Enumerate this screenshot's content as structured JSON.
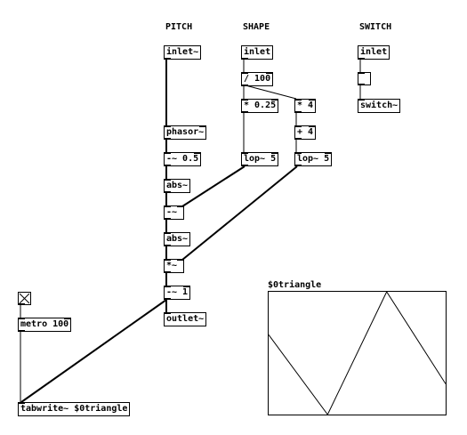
{
  "headers": {
    "pitch": "PITCH",
    "shape": "SHAPE",
    "switch": "SWITCH"
  },
  "objects": {
    "pitch_inlet": "inlet~",
    "phasor": "phasor~",
    "minus_05": "-~ 0.5",
    "abs1": "abs~",
    "minus_sig": "-~",
    "abs2": "abs~",
    "mult_sig": "*~",
    "minus_1": "-~ 1",
    "outlet": "outlet~",
    "shape_inlet": "inlet",
    "div_100": "/ 100",
    "mult_025": "* 0.25",
    "mult_4": "* 4",
    "plus_4": "+ 4",
    "lop_a": "lop~ 5",
    "lop_b": "lop~ 5",
    "switch_inlet": "inlet",
    "switch_obj": "switch~",
    "metro": "metro 100",
    "tabwrite": "tabwrite~ $0triangle"
  },
  "array": {
    "name": "$0triangle",
    "values": [
      0.65,
      0.0,
      1.0,
      0.25
    ]
  }
}
